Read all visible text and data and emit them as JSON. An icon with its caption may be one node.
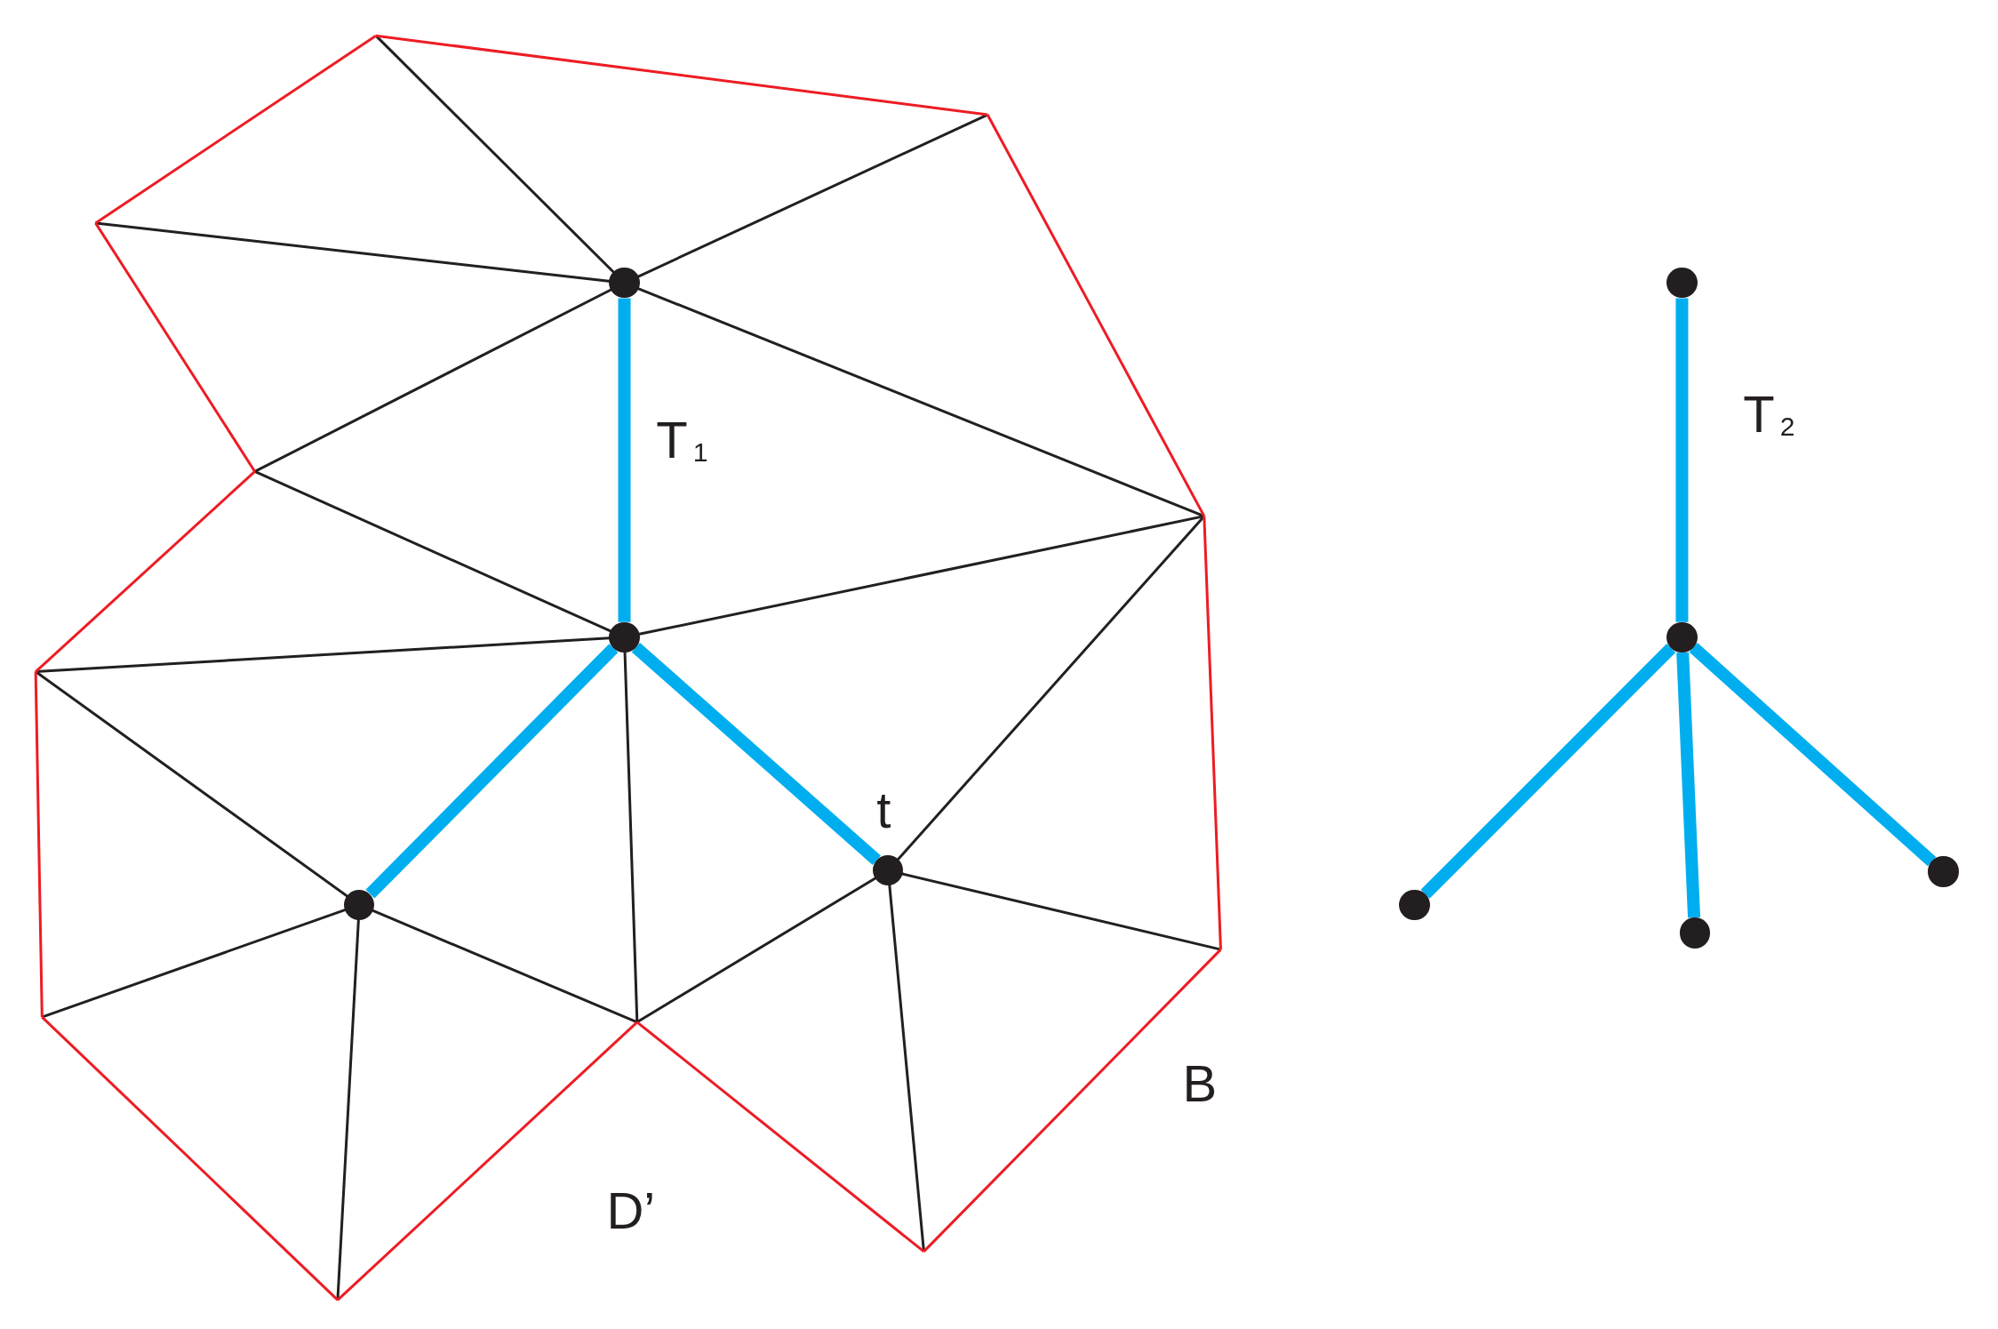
{
  "diagram": {
    "nodes": [
      {
        "text": [],
        "shape": "circle"
      },
      {
        "text": [],
        "shape": "circle"
      },
      {
        "text": [],
        "shape": "circle"
      },
      {
        "text": [],
        "shape": "circle"
      },
      {
        "text": [],
        "shape": "circle"
      },
      {
        "text": [],
        "shape": "circle"
      },
      {
        "text": [],
        "shape": "circle"
      },
      {
        "text": [],
        "shape": "circle"
      },
      {
        "text": [],
        "shape": "circle"
      }
    ],
    "edges": [
      {
        "from": 0,
        "to": 1,
        "arrow": "none"
      },
      {
        "from": 1,
        "to": 2,
        "arrow": "none"
      },
      {
        "from": 1,
        "to": 3,
        "arrow": "none"
      },
      {
        "from": 4,
        "to": 5,
        "arrow": "none"
      },
      {
        "from": 5,
        "to": 6,
        "arrow": "none"
      },
      {
        "from": 5,
        "to": 7,
        "arrow": "none"
      },
      {
        "from": 5,
        "to": 8,
        "arrow": "none"
      }
    ],
    "labels": [
      "T$_{1}$",
      "t",
      "B",
      "D’",
      "T$_{2}$"
    ]
  }
}
